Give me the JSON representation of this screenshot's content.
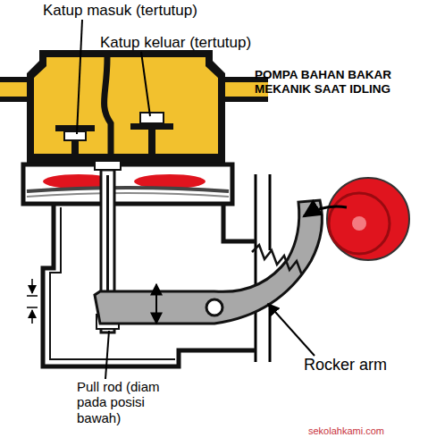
{
  "diagram": {
    "title": "POMPA BAHAN BAKAR MEKANIK SAAT IDLING",
    "labels": [
      "Katup masuk (tertutup)",
      "Katup keluar (tertutup)",
      "Rocker arm",
      "Pull rod (diam pada posisi bawah)",
      "sekolahkami.com"
    ]
  }
}
